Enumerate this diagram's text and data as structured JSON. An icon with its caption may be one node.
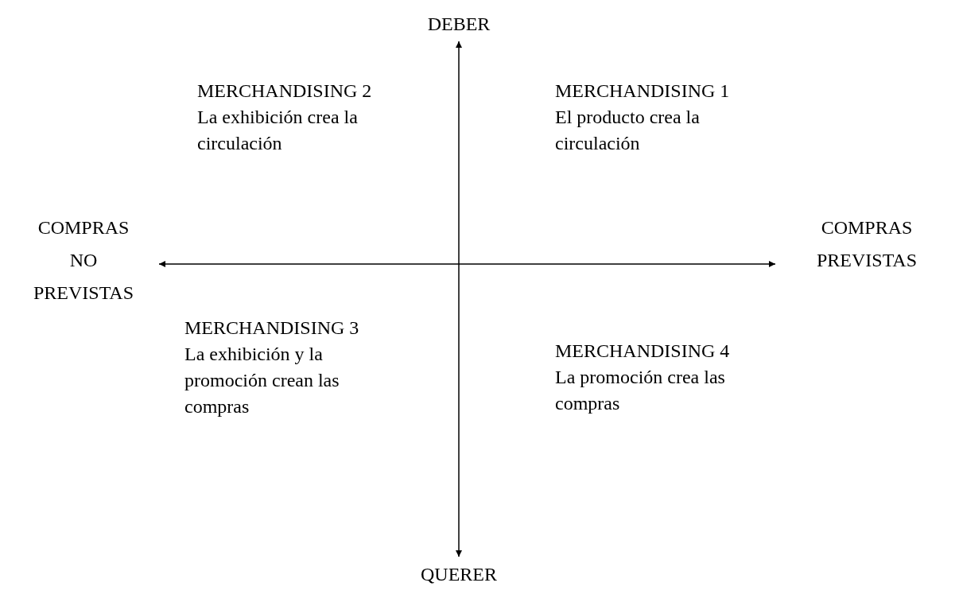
{
  "diagram": {
    "nodes": [
      {
        "text": [
          "DEBER"
        ]
      },
      {
        "text": [
          "QUERER"
        ]
      },
      {
        "text": [
          "COMPRAS NO PREVISTAS"
        ]
      },
      {
        "text": [
          "COMPRAS PREVISTAS"
        ]
      }
    ],
    "edges": [
      {
        "from": 0,
        "to": 1,
        "arrow": "both"
      },
      {
        "from": 2,
        "to": 3,
        "arrow": "both"
      }
    ],
    "labels": [
      "MERCHANDISING 2",
      "La exhibición crea la circulación",
      "MERCHANDISING 1",
      "El producto crea la circulación",
      "MERCHANDISING 3",
      "La exhibición y la promoción crean las compras",
      "MERCHANDISING 4",
      "La promoción crea las compras"
    ]
  }
}
